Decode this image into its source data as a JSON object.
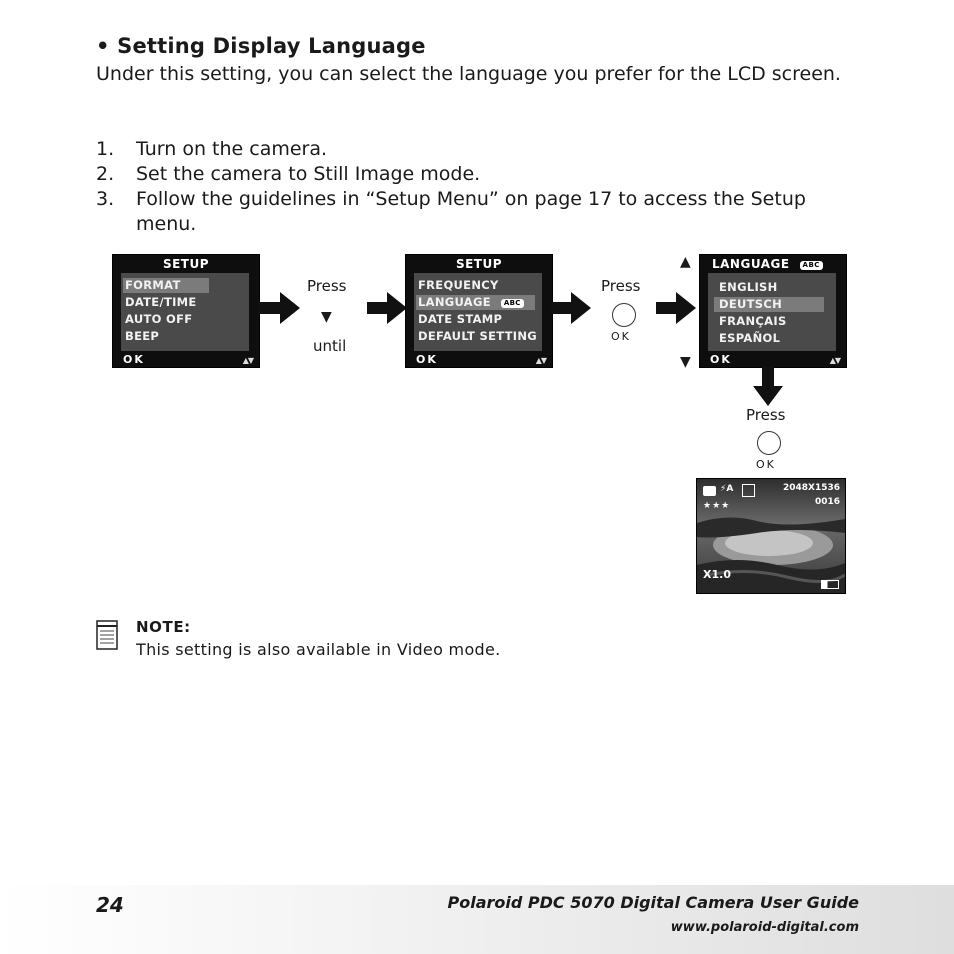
{
  "heading": "• Setting Display Language",
  "intro": "Under this setting, you can select the language you prefer for the LCD screen.",
  "steps": [
    {
      "num": "1.",
      "text": "Turn on the camera."
    },
    {
      "num": "2.",
      "text": "Set the camera to Still Image mode."
    },
    {
      "num": "3.",
      "text": "Follow the guidelines in “Setup Menu” on page 17 to access the Setup menu."
    }
  ],
  "diagram": {
    "screen1": {
      "title": "SETUP",
      "items": [
        "FORMAT",
        "DATE/TIME",
        "AUTO OFF",
        "BEEP"
      ],
      "selected_index": 0,
      "ok": "OK",
      "nav": "▲▼"
    },
    "press1": "Press",
    "down_glyph": "▼",
    "until": "until",
    "screen2": {
      "title": "SETUP",
      "items": [
        "FREQUENCY",
        "LANGUAGE",
        "DATE STAMP",
        "DEFAULT SETTING"
      ],
      "badge": "ABC",
      "selected_index": 1,
      "ok": "OK",
      "nav": "▲▼"
    },
    "press2": "Press",
    "ok_button_label": "OK",
    "screen3": {
      "title": "LANGUAGE",
      "badge": "ABC",
      "items": [
        "ENGLISH",
        "DEUTSCH",
        "FRANÇAIS",
        "ESPAÑOL"
      ],
      "selected_index": 1,
      "ok": "OK",
      "nav": "▲▼"
    },
    "up_glyph": "▲",
    "down_glyph2": "▼",
    "press3": "Press",
    "ok_button_label2": "OK",
    "preview": {
      "resolution": "2048X1536",
      "count": "0016",
      "stars": "★★★",
      "zoom": "X1.0",
      "flash": "⚡A"
    }
  },
  "note": {
    "title": "NOTE:",
    "text": "This setting is also available in Video mode."
  },
  "footer": {
    "page": "24",
    "title": "Polaroid PDC 5070 Digital Camera User Guide",
    "url": "www.polaroid-digital.com"
  }
}
